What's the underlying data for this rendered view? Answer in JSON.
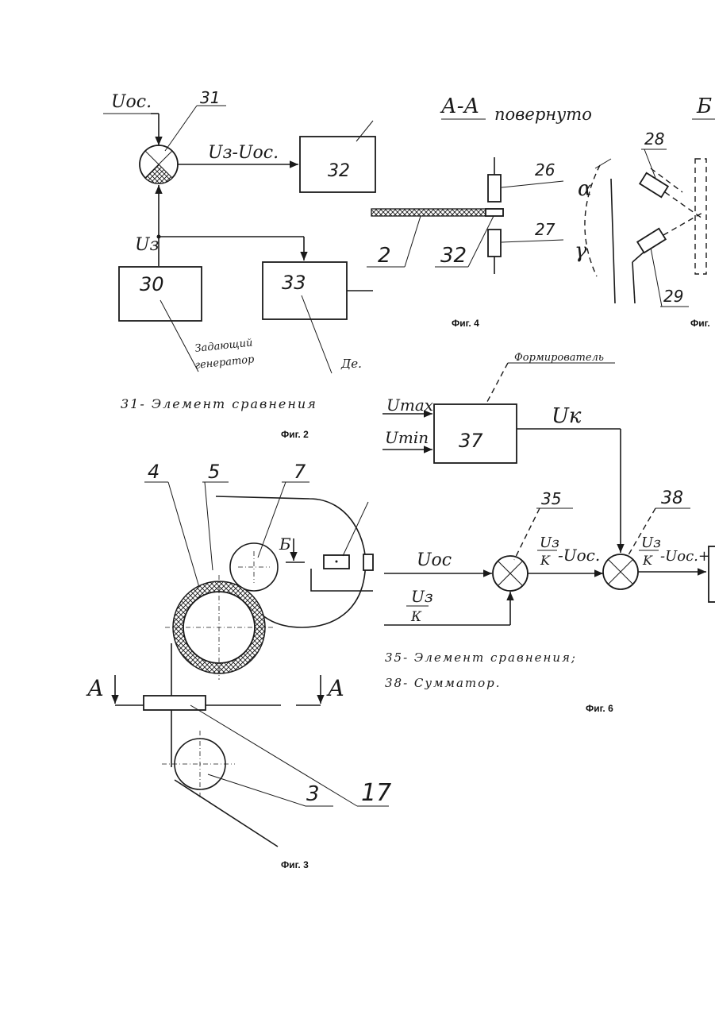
{
  "fig2": {
    "u_os": "Uос.",
    "n31": "31",
    "u3_minus_uos": "Uз-Uос.",
    "n32": "32",
    "u3": "Uз",
    "n30": "30",
    "n33": "33",
    "note_gen": "Задающий генератор",
    "note_gen_1": "Задающий",
    "note_gen_2": "генератор",
    "note_del": "Де.",
    "legend": "31- Элемент сравнения",
    "caption": "Фиг. 2"
  },
  "fig4": {
    "title": "А-А",
    "title_note": "повернуто",
    "title_b": "Б",
    "n26": "26",
    "n27": "27",
    "n2": "2",
    "n32": "32",
    "n28": "28",
    "n29": "29",
    "alpha": "α",
    "gamma": "γ",
    "caption": "Фиг. 4",
    "caption_next": "Фиг."
  },
  "fig6": {
    "former": "Формирователь",
    "u_max": "Umax",
    "u_min": "Umin",
    "n37": "37",
    "u_k": "Uк",
    "n35": "35",
    "n38": "38",
    "u_os": "Uос",
    "u3k": "Uз/К",
    "u3k_num": "Uз",
    "u3k_den": "К",
    "out1": "Uз/K-Uос.",
    "out1_num": "Uз",
    "out1_den": "K",
    "out1_rest": "-Uос.",
    "out2": "Uз/K-Uос.+Uк",
    "out2_num": "Uз",
    "out2_den": "K",
    "out2_rest": "-Uос.+Uк",
    "legend1": "35- Элемент сравнения;",
    "legend2": "38- Сумматор.",
    "caption": "Фиг. 6"
  },
  "fig3": {
    "n4": "4",
    "n5": "5",
    "n7": "7",
    "b_mark": "Б",
    "a_left": "А",
    "a_right": "А",
    "n17": "17",
    "n3": "3",
    "caption": "Фиг. 3"
  }
}
